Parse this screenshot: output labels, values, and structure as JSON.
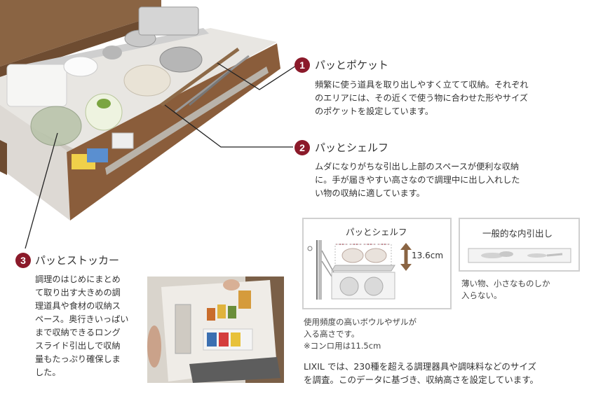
{
  "features": [
    {
      "number": "1",
      "title": "パッとポケット",
      "lines": [
        "頻繁に使う道具を取り出しやすく立てて収納。それぞれ",
        "のエリアには、その近くで使う物に合わせた形やサイズ",
        "のポケットを設定しています。"
      ]
    },
    {
      "number": "2",
      "title": "パッとシェルフ",
      "lines": [
        "ムダになりがちな引出し上部のスペースが便利な収納",
        "に。手が届きやすい高さなので調理中に出し入れした",
        "い物の収納に適しています。"
      ]
    },
    {
      "number": "3",
      "title": "パッとストッカー",
      "lines": [
        "調理のはじめにまとめ",
        "て取り出す大きめの調",
        "理道具や食材の収納ス",
        "ペース。奥行きいっぱい",
        "まで収納できるロング",
        "スライド引出しで収納",
        "量もたっぷり確保しま",
        "した。"
      ]
    }
  ],
  "shelf_diagram": {
    "title": "パッとシェルフ",
    "height_label": "13.6cm",
    "caption_lines": [
      "使用頻度の高いボウルやザルが",
      "入る高さです。"
    ],
    "note": "※コンロ用は11.5cm"
  },
  "general_diagram": {
    "title": "一般的な内引出し",
    "caption_lines": [
      "薄い物、小さなものしか",
      "入らない。"
    ]
  },
  "footer_lines": [
    "LIXIL では、230種を超える調理器具や調味料などのサイズ",
    "を調査。このデータに基づき、収納高さを設定しています。"
  ],
  "colors": {
    "accent": "#8b1a2a",
    "wood": "#8a6443",
    "box_border": "#d0d0d0",
    "arrow": "#8a6443"
  }
}
